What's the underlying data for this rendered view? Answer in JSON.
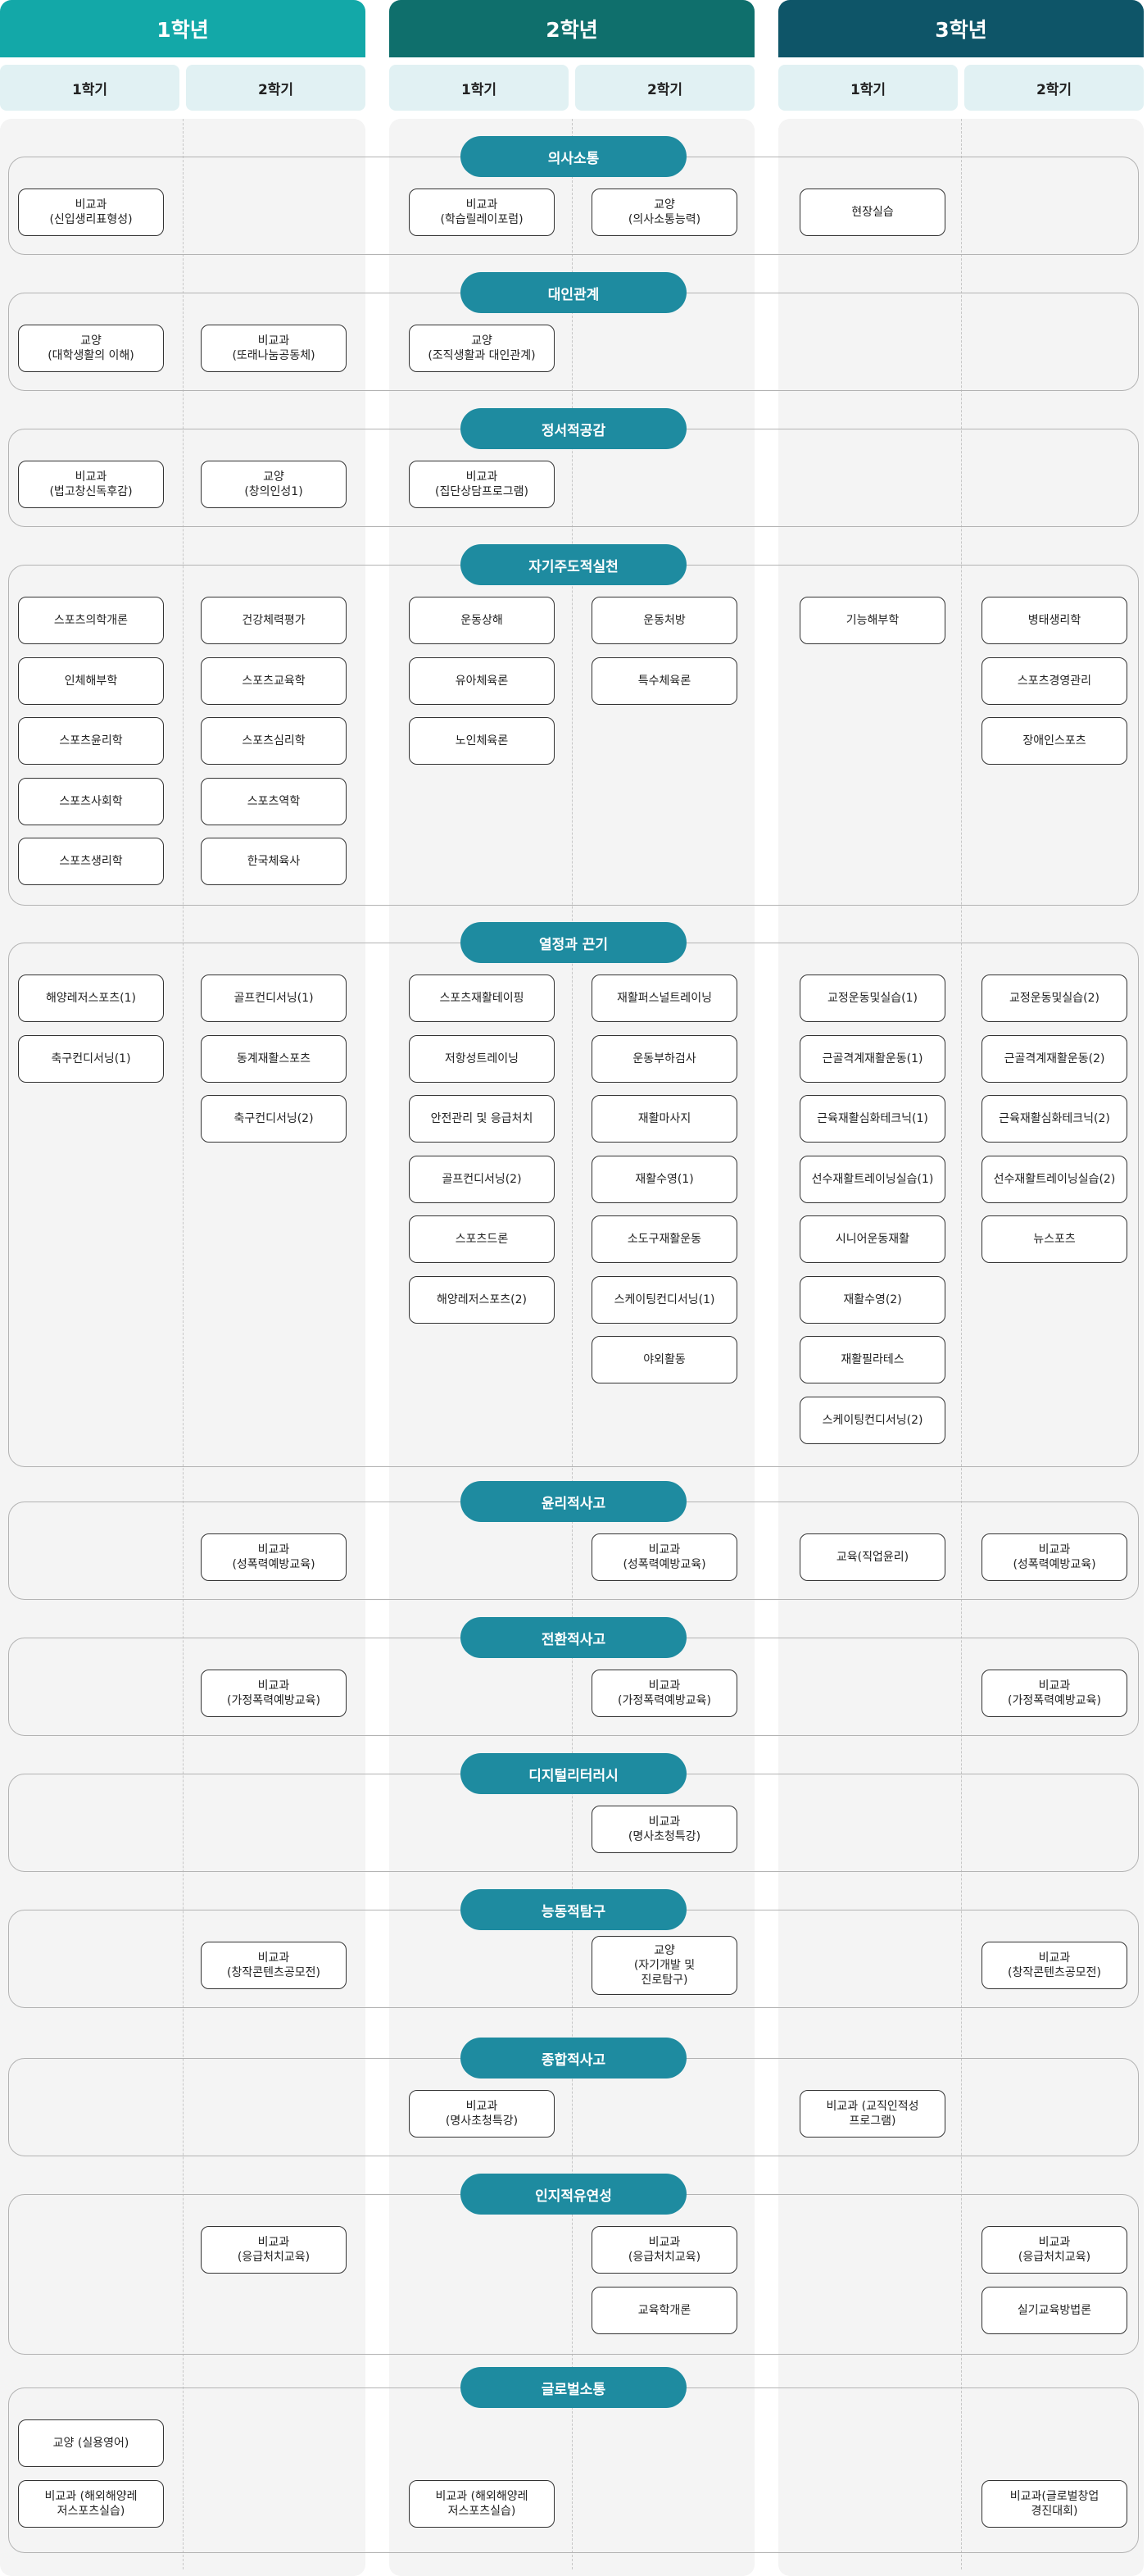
{
  "years": [
    {
      "label": "1학년",
      "color": "#13a8a8"
    },
    {
      "label": "2학년",
      "color": "#0f6f6c"
    },
    {
      "label": "3학년",
      "color": "#0e5568"
    }
  ],
  "semesters": [
    "1학기",
    "2학기",
    "1학기",
    "2학기",
    "1학기",
    "2학기"
  ],
  "colors": {
    "pill": "#1e8ba0",
    "column_bg": "#f4f4f4",
    "semester_bg": "#e1f1f3"
  },
  "sections": [
    {
      "title": "의사소통",
      "courses": [
        {
          "col": 0,
          "row": 0,
          "text": "비교과\n(신입생리표형성)"
        },
        {
          "col": 2,
          "row": 0,
          "text": "비교과\n(학습릴레이포럼)"
        },
        {
          "col": 3,
          "row": 0,
          "text": "교양\n(의사소통능력)"
        },
        {
          "col": 4,
          "row": 0,
          "text": "현장실습"
        }
      ]
    },
    {
      "title": "대인관계",
      "courses": [
        {
          "col": 0,
          "row": 0,
          "text": "교양\n(대학생활의 이해)"
        },
        {
          "col": 1,
          "row": 0,
          "text": "비교과\n(또래나눔공동체)"
        },
        {
          "col": 2,
          "row": 0,
          "text": "교양\n(조직생활과 대인관계)"
        }
      ]
    },
    {
      "title": "정서적공감",
      "courses": [
        {
          "col": 0,
          "row": 0,
          "text": "비교과\n(법고창신독후감)"
        },
        {
          "col": 1,
          "row": 0,
          "text": "교양\n(창의인성1)"
        },
        {
          "col": 2,
          "row": 0,
          "text": "비교과\n(집단상담프로그램)"
        }
      ]
    },
    {
      "title": "자기주도적실천",
      "courses": [
        {
          "col": 0,
          "row": 0,
          "text": "스포츠의학개론"
        },
        {
          "col": 0,
          "row": 1,
          "text": "인체해부학"
        },
        {
          "col": 0,
          "row": 2,
          "text": "스포츠윤리학"
        },
        {
          "col": 0,
          "row": 3,
          "text": "스포츠사회학"
        },
        {
          "col": 0,
          "row": 4,
          "text": "스포츠생리학"
        },
        {
          "col": 1,
          "row": 0,
          "text": "건강체력평가"
        },
        {
          "col": 1,
          "row": 1,
          "text": "스포츠교육학"
        },
        {
          "col": 1,
          "row": 2,
          "text": "스포츠심리학"
        },
        {
          "col": 1,
          "row": 3,
          "text": "스포츠역학"
        },
        {
          "col": 1,
          "row": 4,
          "text": "한국체육사"
        },
        {
          "col": 2,
          "row": 0,
          "text": "운동상해"
        },
        {
          "col": 2,
          "row": 1,
          "text": "유아체육론"
        },
        {
          "col": 2,
          "row": 2,
          "text": "노인체육론"
        },
        {
          "col": 3,
          "row": 0,
          "text": "운동처방"
        },
        {
          "col": 3,
          "row": 1,
          "text": "특수체육론"
        },
        {
          "col": 4,
          "row": 0,
          "text": "기능해부학"
        },
        {
          "col": 5,
          "row": 0,
          "text": "병태생리학"
        },
        {
          "col": 5,
          "row": 1,
          "text": "스포츠경영관리"
        },
        {
          "col": 5,
          "row": 2,
          "text": "장애인스포츠"
        }
      ]
    },
    {
      "title": "열정과 끈기",
      "courses": [
        {
          "col": 0,
          "row": 0,
          "text": "해양레저스포츠(1)"
        },
        {
          "col": 0,
          "row": 1,
          "text": "축구컨디서닝(1)"
        },
        {
          "col": 1,
          "row": 0,
          "text": "골프컨디서닝(1)"
        },
        {
          "col": 1,
          "row": 1,
          "text": "동계재활스포츠"
        },
        {
          "col": 1,
          "row": 2,
          "text": "축구컨디서닝(2)"
        },
        {
          "col": 2,
          "row": 0,
          "text": "스포츠재활테이핑"
        },
        {
          "col": 2,
          "row": 1,
          "text": "저항성트레이닝"
        },
        {
          "col": 2,
          "row": 2,
          "text": "안전관리 및 응급처치"
        },
        {
          "col": 2,
          "row": 3,
          "text": "골프컨디서닝(2)"
        },
        {
          "col": 2,
          "row": 4,
          "text": "스포츠드론"
        },
        {
          "col": 2,
          "row": 5,
          "text": "해양레저스포츠(2)"
        },
        {
          "col": 3,
          "row": 0,
          "text": "재활퍼스널트레이닝"
        },
        {
          "col": 3,
          "row": 1,
          "text": "운동부하검사"
        },
        {
          "col": 3,
          "row": 2,
          "text": "재활마사지"
        },
        {
          "col": 3,
          "row": 3,
          "text": "재활수영(1)"
        },
        {
          "col": 3,
          "row": 4,
          "text": "소도구재활운동"
        },
        {
          "col": 3,
          "row": 5,
          "text": "스케이팅컨디서닝(1)"
        },
        {
          "col": 3,
          "row": 6,
          "text": "야외활동"
        },
        {
          "col": 4,
          "row": 0,
          "text": "교정운동및실습(1)"
        },
        {
          "col": 4,
          "row": 1,
          "text": "근골격계재활운동(1)"
        },
        {
          "col": 4,
          "row": 2,
          "text": "근육재활심화테크닉(1)"
        },
        {
          "col": 4,
          "row": 3,
          "text": "선수재활트레이닝실습(1)"
        },
        {
          "col": 4,
          "row": 4,
          "text": "시니어운동재활"
        },
        {
          "col": 4,
          "row": 5,
          "text": "재활수영(2)"
        },
        {
          "col": 4,
          "row": 6,
          "text": "재활필라테스"
        },
        {
          "col": 4,
          "row": 7,
          "text": "스케이팅컨디서닝(2)"
        },
        {
          "col": 5,
          "row": 0,
          "text": "교정운동및실습(2)"
        },
        {
          "col": 5,
          "row": 1,
          "text": "근골격계재활운동(2)"
        },
        {
          "col": 5,
          "row": 2,
          "text": "근육재활심화테크닉(2)"
        },
        {
          "col": 5,
          "row": 3,
          "text": "선수재활트레이닝실습(2)"
        },
        {
          "col": 5,
          "row": 4,
          "text": "뉴스포츠"
        }
      ]
    },
    {
      "title": "윤리적사고",
      "courses": [
        {
          "col": 1,
          "row": 0,
          "text": "비교과\n(성폭력예방교육)"
        },
        {
          "col": 3,
          "row": 0,
          "text": "비교과\n(성폭력예방교육)"
        },
        {
          "col": 4,
          "row": 0,
          "text": "교육(직업윤리)"
        },
        {
          "col": 5,
          "row": 0,
          "text": "비교과\n(성폭력예방교육)"
        }
      ]
    },
    {
      "title": "전환적사고",
      "courses": [
        {
          "col": 1,
          "row": 0,
          "text": "비교과\n(가정폭력예방교육)"
        },
        {
          "col": 3,
          "row": 0,
          "text": "비교과\n(가정폭력예방교육)"
        },
        {
          "col": 5,
          "row": 0,
          "text": "비교과\n(가정폭력예방교육)"
        }
      ]
    },
    {
      "title": "디지털리터러시",
      "courses": [
        {
          "col": 3,
          "row": 0,
          "text": "비교과\n(명사초청특강)"
        }
      ]
    },
    {
      "title": "능동적탐구",
      "courses": [
        {
          "col": 1,
          "row": 0,
          "text": "비교과\n(창작콘텐츠공모전)"
        },
        {
          "col": 3,
          "row": 0,
          "text": "교양\n(자기개발 및\n진로탐구)",
          "tall": true
        },
        {
          "col": 5,
          "row": 0,
          "text": "비교과\n(창작콘텐츠공모전)"
        }
      ]
    },
    {
      "title": "종합적사고",
      "courses": [
        {
          "col": 2,
          "row": 0,
          "text": "비교과\n(명사초청특강)"
        },
        {
          "col": 4,
          "row": 0,
          "text": "비교과 (교직인적성\n프로그램)"
        }
      ]
    },
    {
      "title": "인지적유연성",
      "courses": [
        {
          "col": 1,
          "row": 0,
          "text": "비교과\n(응급처치교육)"
        },
        {
          "col": 3,
          "row": 0,
          "text": "비교과\n(응급처치교육)"
        },
        {
          "col": 3,
          "row": 1,
          "text": "교육학개론"
        },
        {
          "col": 5,
          "row": 0,
          "text": "비교과\n(응급처치교육)"
        },
        {
          "col": 5,
          "row": 1,
          "text": "실기교육방법론"
        }
      ]
    },
    {
      "title": "글로벌소통",
      "courses": [
        {
          "col": 0,
          "row": 0,
          "text": "교양 (실용영어)"
        },
        {
          "col": 0,
          "row": 1,
          "text": "비교과 (해외해양레\n저스포츠실습)"
        },
        {
          "col": 2,
          "row": 1,
          "text": "비교과 (해외해양레\n저스포츠실습)"
        },
        {
          "col": 5,
          "row": 1,
          "text": "비교과(글로벌창업\n경진대회)"
        }
      ]
    }
  ]
}
